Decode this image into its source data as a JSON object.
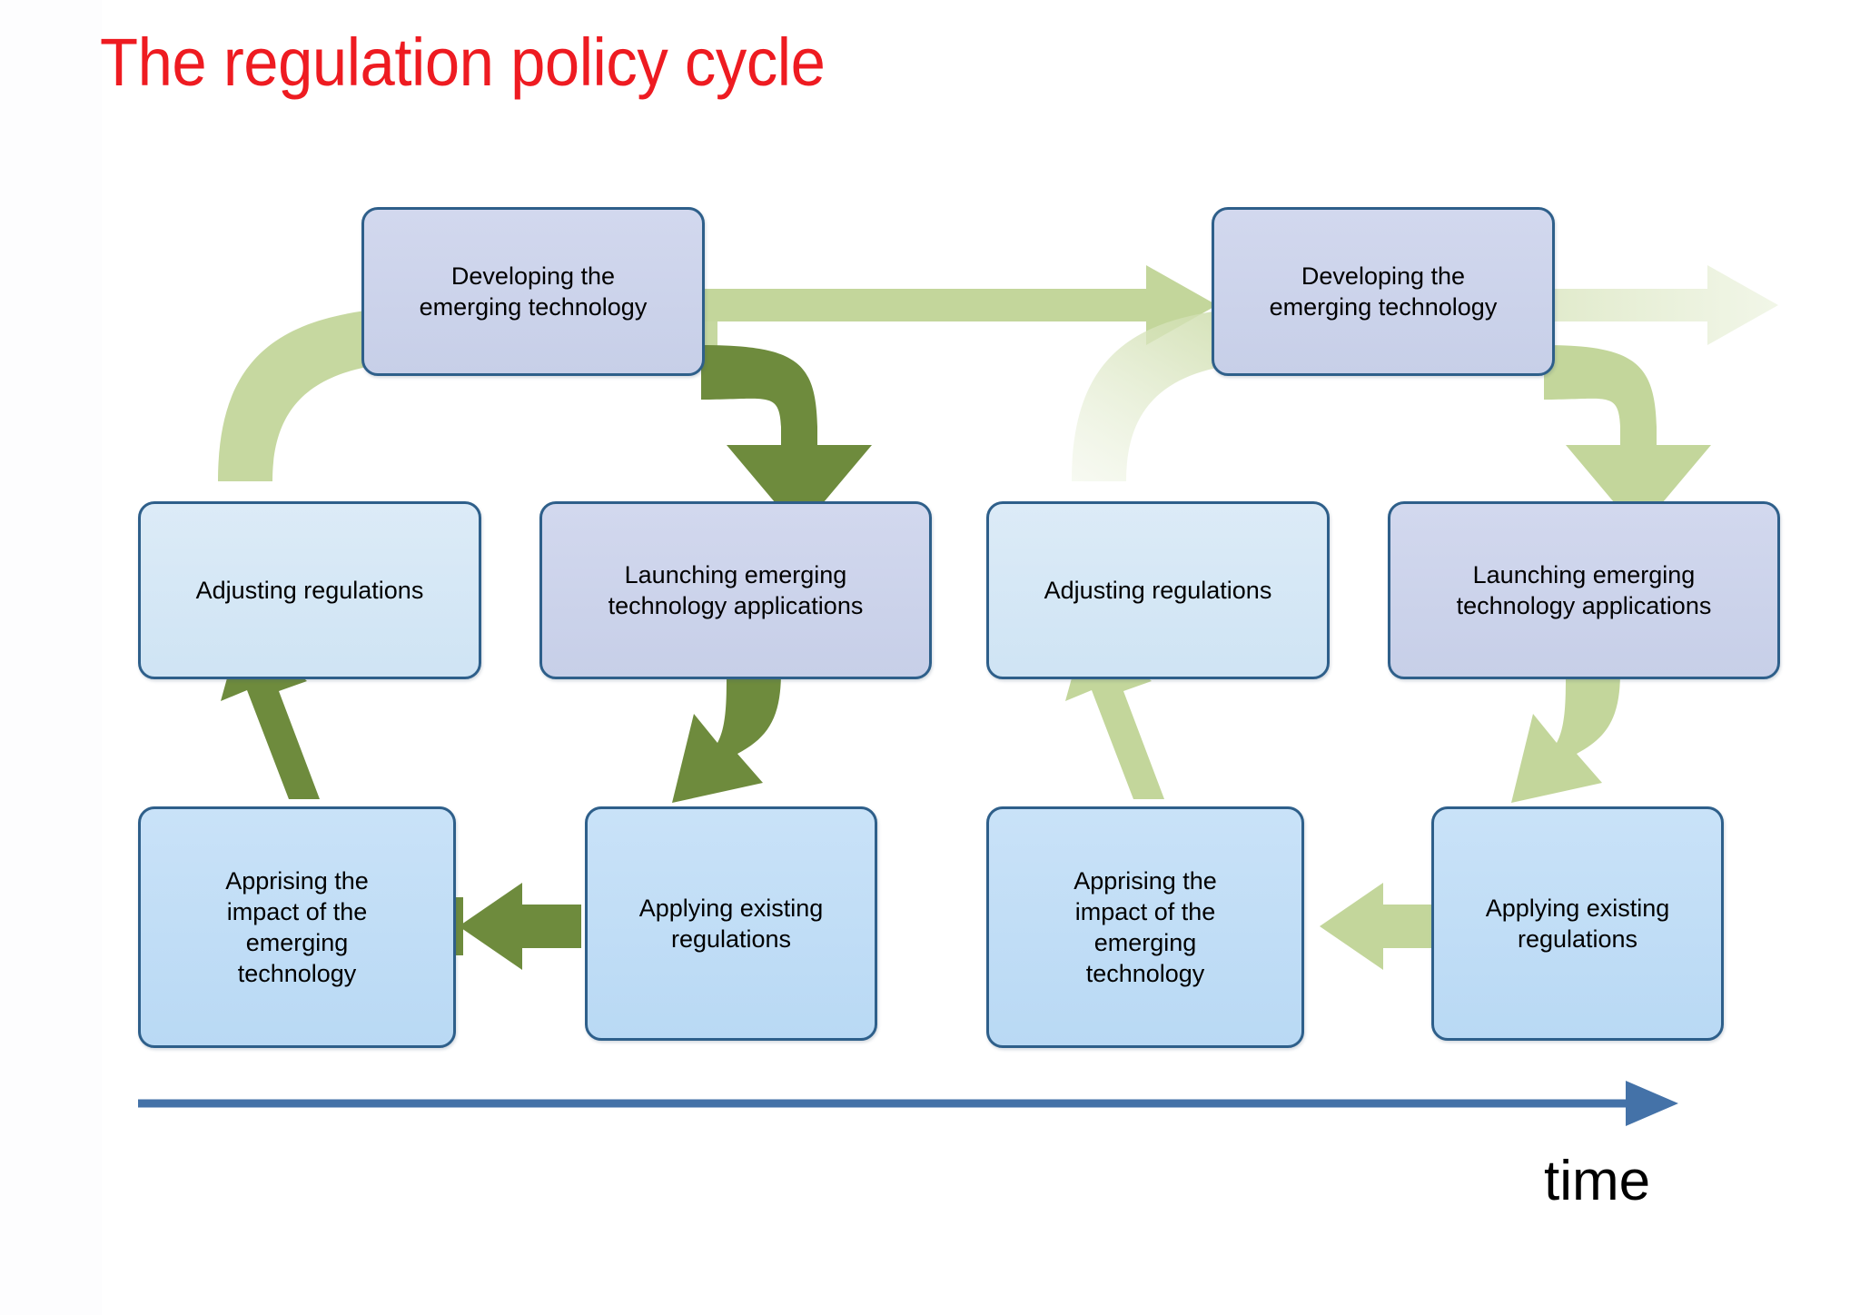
{
  "slide": {
    "title": "The regulation policy cycle",
    "title_color": "#ee1b21",
    "background": "#ffffff"
  },
  "palette": {
    "box_border": "#2e5f8a",
    "fill_lavender": "#ccd3ea",
    "fill_pale_blue": "#d4e6f4",
    "fill_sky_blue": "#bfdcf5",
    "arrow_dark_green": "#6e8b3d",
    "arrow_light_green": "#c3d69b",
    "arrow_faint_green": "#dfe9c8",
    "time_axis_blue": "#4472a8",
    "text": "#000000"
  },
  "axis": {
    "label": "time",
    "direction": "left-to-right"
  },
  "cycles": [
    {
      "id": "cycle-1",
      "emphasis": "dark",
      "nodes": [
        {
          "id": "developing-1",
          "label": "Developing the\nemerging technology",
          "fill": "lavender"
        },
        {
          "id": "launching-1",
          "label": "Launching emerging\ntechnology applications",
          "fill": "lavender"
        },
        {
          "id": "applying-1",
          "label": "Applying existing\nregulations",
          "fill": "skyblue"
        },
        {
          "id": "apprising-1",
          "label": "Apprising the\nimpact of the\nemerging\ntechnology",
          "fill": "skyblue"
        },
        {
          "id": "adjusting-1",
          "label": "Adjusting regulations",
          "fill": "paleblue"
        }
      ],
      "arrows": [
        {
          "from": "developing-1",
          "to": "launching-1",
          "shape": "curve-down-right",
          "tone": "dark"
        },
        {
          "from": "launching-1",
          "to": "applying-1",
          "shape": "curve-down",
          "tone": "dark"
        },
        {
          "from": "applying-1",
          "to": "apprising-1",
          "shape": "straight-left",
          "tone": "dark"
        },
        {
          "from": "apprising-1",
          "to": "adjusting-1",
          "shape": "straight-up",
          "tone": "dark"
        },
        {
          "from": "adjusting-1",
          "to": "developing-1",
          "shape": "curve-up-right",
          "tone": "light"
        }
      ]
    },
    {
      "id": "cycle-2",
      "emphasis": "light",
      "nodes": [
        {
          "id": "developing-2",
          "label": "Developing the\nemerging technology",
          "fill": "lavender"
        },
        {
          "id": "launching-2",
          "label": "Launching emerging\ntechnology applications",
          "fill": "lavender"
        },
        {
          "id": "applying-2",
          "label": "Applying existing\nregulations",
          "fill": "skyblue"
        },
        {
          "id": "apprising-2",
          "label": "Apprising the\nimpact of the\nemerging\ntechnology",
          "fill": "skyblue"
        },
        {
          "id": "adjusting-2",
          "label": "Adjusting regulations",
          "fill": "paleblue"
        }
      ],
      "arrows": [
        {
          "from": "developing-1",
          "to": "developing-2",
          "shape": "straight-right",
          "tone": "light"
        },
        {
          "from": "developing-2",
          "to": "launching-2",
          "shape": "curve-down",
          "tone": "light"
        },
        {
          "from": "launching-2",
          "to": "applying-2",
          "shape": "curve-down",
          "tone": "light"
        },
        {
          "from": "applying-2",
          "to": "apprising-2",
          "shape": "straight-left",
          "tone": "light"
        },
        {
          "from": "apprising-2",
          "to": "adjusting-2",
          "shape": "straight-up",
          "tone": "light"
        },
        {
          "from": "adjusting-2",
          "to": "developing-2",
          "shape": "curve-up-right",
          "tone": "faint"
        },
        {
          "from": "developing-2",
          "to": "next-cycle",
          "shape": "straight-right",
          "tone": "faint"
        }
      ]
    }
  ]
}
